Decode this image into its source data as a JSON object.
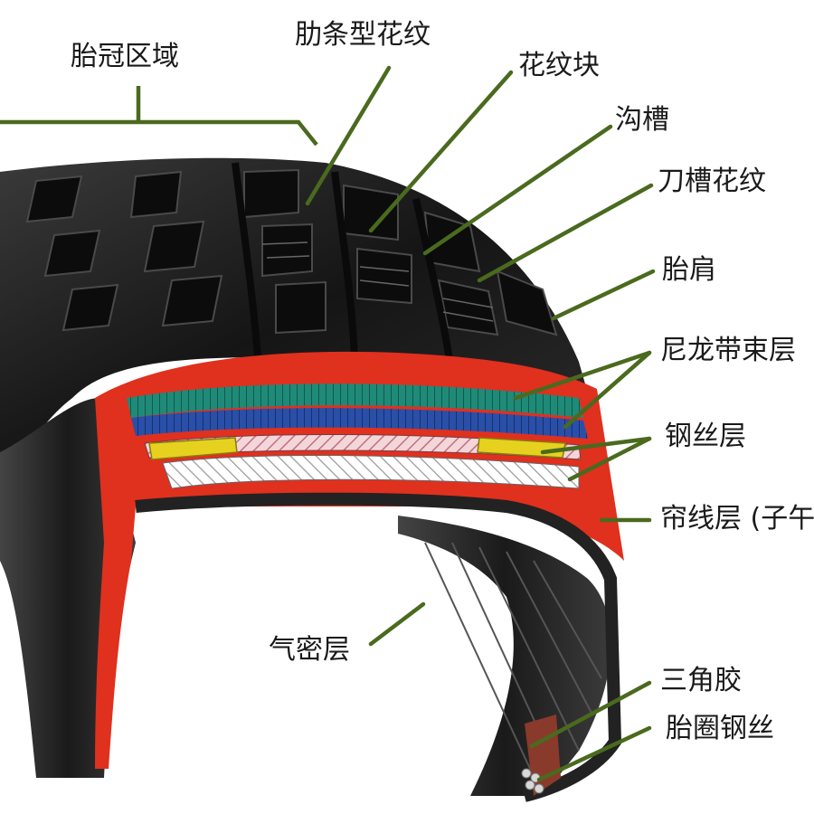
{
  "diagram": {
    "subject": "tire cross-section",
    "labels": {
      "crown_zone": "胎冠区域",
      "rib_pattern": "肋条型花纹",
      "tread_block": "花纹块",
      "groove": "沟槽",
      "sipe_pattern": "刀槽花纹",
      "shoulder": "胎肩",
      "nylon_cap_ply": "尼龙带束层",
      "steel_belt": "钢丝层",
      "body_ply": "帘线层 (子午",
      "inner_liner": "气密层",
      "apex": "三角胶",
      "bead_wire": "胎圈钢丝"
    },
    "colors": {
      "leader_line": "#4a6a1e",
      "rubber": "#1c1c1c",
      "cap_red": "#e0301e",
      "nylon_green": "#1f8a78",
      "nylon_blue": "#2a4fa8",
      "steel_yellow": "#e6d21e",
      "ply_pink": "#e8b8c0"
    }
  }
}
